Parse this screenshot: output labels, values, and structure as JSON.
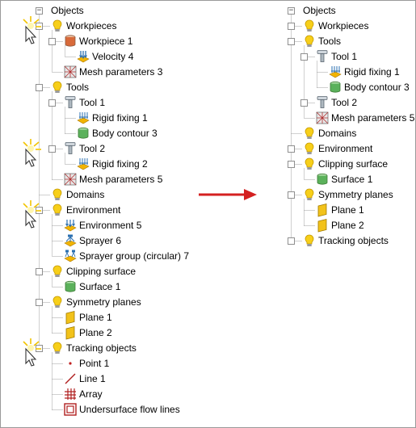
{
  "left_tree": {
    "root": "Objects",
    "items": [
      {
        "key": "workpieces",
        "label": "Workpieces",
        "icon": "bulb-icon",
        "toggle": "−"
      },
      {
        "key": "workpiece-1",
        "label": "Workpiece 1",
        "icon": "workpiece-icon",
        "toggle": "−"
      },
      {
        "key": "velocity-4",
        "label": "Velocity 4",
        "icon": "velocity-icon",
        "toggle": ""
      },
      {
        "key": "mesh-parameters-3",
        "label": "Mesh parameters 3",
        "icon": "mesh-icon",
        "toggle": ""
      },
      {
        "key": "tools",
        "label": "Tools",
        "icon": "bulb-icon",
        "toggle": "−"
      },
      {
        "key": "tool-1",
        "label": "Tool 1",
        "icon": "tool-icon",
        "toggle": "−"
      },
      {
        "key": "rigid-fixing-1",
        "label": "Rigid fixing 1",
        "icon": "fixing-icon",
        "toggle": ""
      },
      {
        "key": "body-contour-3",
        "label": "Body contour 3",
        "icon": "body-contour-icon",
        "toggle": ""
      },
      {
        "key": "tool-2",
        "label": "Tool 2",
        "icon": "tool-icon",
        "toggle": "−"
      },
      {
        "key": "rigid-fixing-2",
        "label": "Rigid fixing 2",
        "icon": "fixing-icon",
        "toggle": ""
      },
      {
        "key": "mesh-parameters-5",
        "label": "Mesh parameters 5",
        "icon": "mesh-icon",
        "toggle": ""
      },
      {
        "key": "domains",
        "label": "Domains",
        "icon": "bulb-icon",
        "toggle": ""
      },
      {
        "key": "environment",
        "label": "Environment",
        "icon": "bulb-icon",
        "toggle": "−"
      },
      {
        "key": "environment-5",
        "label": "Environment 5",
        "icon": "environment-icon",
        "toggle": ""
      },
      {
        "key": "sprayer-6",
        "label": "Sprayer 6",
        "icon": "sprayer-icon",
        "toggle": ""
      },
      {
        "key": "sprayer-group-7",
        "label": "Sprayer group (circular) 7",
        "icon": "sprayer-group-icon",
        "toggle": ""
      },
      {
        "key": "clipping-surface",
        "label": "Clipping surface",
        "icon": "bulb-icon",
        "toggle": "−"
      },
      {
        "key": "surface-1",
        "label": "Surface 1",
        "icon": "surface-icon",
        "toggle": ""
      },
      {
        "key": "symmetry-planes",
        "label": "Symmetry planes",
        "icon": "bulb-icon",
        "toggle": "−"
      },
      {
        "key": "plane-1",
        "label": "Plane 1",
        "icon": "plane-icon",
        "toggle": ""
      },
      {
        "key": "plane-2",
        "label": "Plane 2",
        "icon": "plane-icon",
        "toggle": ""
      },
      {
        "key": "tracking-objects",
        "label": "Tracking objects",
        "icon": "bulb-icon",
        "toggle": "−"
      },
      {
        "key": "point-1",
        "label": "Point 1",
        "icon": "point-icon",
        "toggle": ""
      },
      {
        "key": "line-1",
        "label": "Line 1",
        "icon": "line-icon",
        "toggle": ""
      },
      {
        "key": "array",
        "label": "Array",
        "icon": "array-icon",
        "toggle": ""
      },
      {
        "key": "undersurface-flow-lines",
        "label": "Undersurface flow lines",
        "icon": "flowlines-icon",
        "toggle": ""
      }
    ]
  },
  "right_tree": {
    "root": "Objects",
    "items": [
      {
        "key": "workpieces",
        "label": "Workpieces",
        "icon": "bulb-icon",
        "toggle": "+"
      },
      {
        "key": "tools",
        "label": "Tools",
        "icon": "bulb-icon",
        "toggle": "−"
      },
      {
        "key": "tool-1",
        "label": "Tool 1",
        "icon": "tool-icon",
        "toggle": "−"
      },
      {
        "key": "rigid-fixing-1",
        "label": "Rigid fixing 1",
        "icon": "fixing-icon",
        "toggle": ""
      },
      {
        "key": "body-contour-3",
        "label": "Body contour 3",
        "icon": "body-contour-icon",
        "toggle": ""
      },
      {
        "key": "tool-2",
        "label": "Tool 2",
        "icon": "tool-icon",
        "toggle": "+"
      },
      {
        "key": "mesh-parameters-5",
        "label": "Mesh parameters 5",
        "icon": "mesh-icon",
        "toggle": ""
      },
      {
        "key": "domains",
        "label": "Domains",
        "icon": "bulb-icon",
        "toggle": ""
      },
      {
        "key": "environment",
        "label": "Environment",
        "icon": "bulb-icon",
        "toggle": "+"
      },
      {
        "key": "clipping-surface",
        "label": "Clipping surface",
        "icon": "bulb-icon",
        "toggle": "−"
      },
      {
        "key": "surface-1",
        "label": "Surface 1",
        "icon": "surface-icon",
        "toggle": ""
      },
      {
        "key": "symmetry-planes",
        "label": "Symmetry planes",
        "icon": "bulb-icon",
        "toggle": "−"
      },
      {
        "key": "plane-1",
        "label": "Plane 1",
        "icon": "plane-icon",
        "toggle": ""
      },
      {
        "key": "plane-2",
        "label": "Plane 2",
        "icon": "plane-icon",
        "toggle": ""
      },
      {
        "key": "tracking-objects",
        "label": "Tracking objects",
        "icon": "bulb-icon",
        "toggle": "+"
      }
    ]
  },
  "transition_arrow_icon": "arrow-right-icon",
  "click_indicator_icon": "mouse-click-icon",
  "colors": {
    "arrow": "#d42020",
    "bulb": "#f5c400",
    "tree_line": "#a0a0a0",
    "plane": "#f2b800",
    "surface": "#5bb15b"
  }
}
